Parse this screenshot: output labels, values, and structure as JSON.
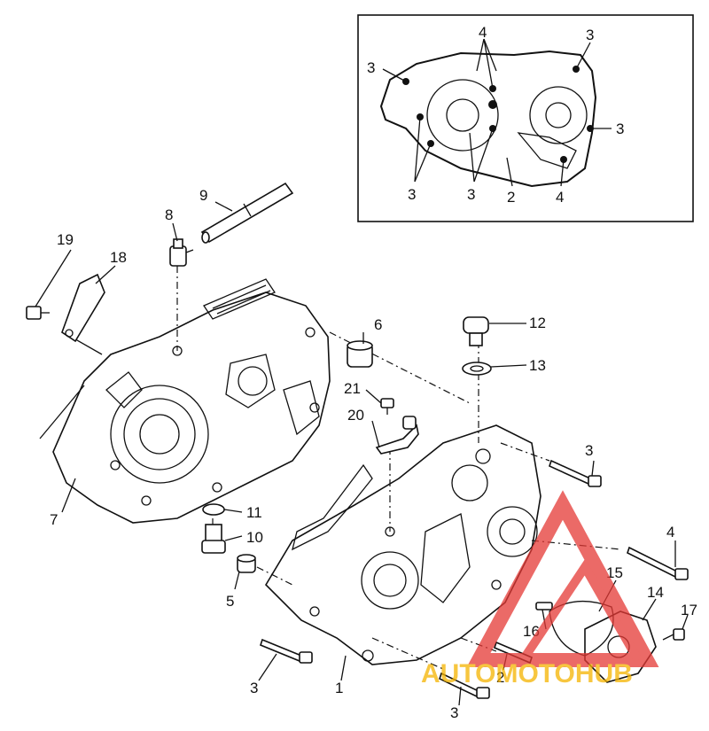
{
  "inset_labels": [
    "4",
    "3",
    "3",
    "3",
    "3",
    "3",
    "2",
    "4"
  ],
  "callouts": {
    "c1": "1",
    "c2": "2",
    "c3a": "3",
    "c3b": "3",
    "c3c": "3",
    "c4": "4",
    "c5": "5",
    "c6": "6",
    "c7": "7",
    "c8": "8",
    "c9": "9",
    "c10": "10",
    "c11": "11",
    "c12": "12",
    "c13": "13",
    "c14": "14",
    "c15": "15",
    "c16": "16",
    "c17": "17",
    "c18": "18",
    "c19": "19",
    "c20": "20",
    "c21": "21"
  },
  "watermark": {
    "text": "AUTOMOTOHUB",
    "color": "#e53935",
    "accent": "#f5b400"
  }
}
